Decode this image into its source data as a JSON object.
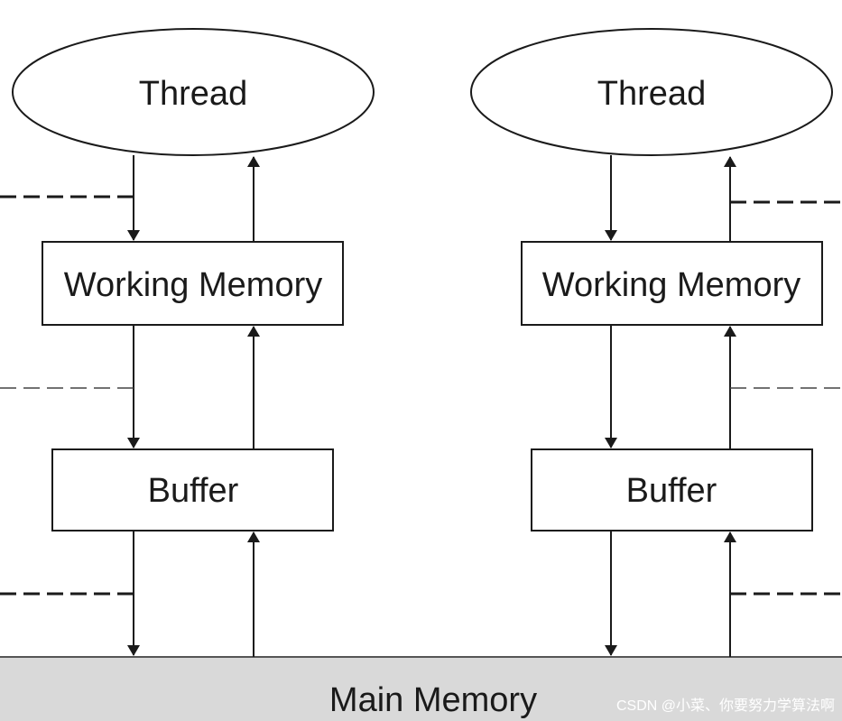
{
  "diagram": {
    "columns": [
      {
        "thread_label": "Thread",
        "working_memory_label": "Working Memory",
        "buffer_label": "Buffer"
      },
      {
        "thread_label": "Thread",
        "working_memory_label": "Working Memory",
        "buffer_label": "Buffer"
      }
    ],
    "main_memory_label": "Main Memory"
  },
  "watermark": "CSDN @小菜、你要努力学算法啊",
  "colors": {
    "stroke": "#1a1a1a",
    "main_memory_fill": "#d9d9d9",
    "background": "#ffffff"
  }
}
